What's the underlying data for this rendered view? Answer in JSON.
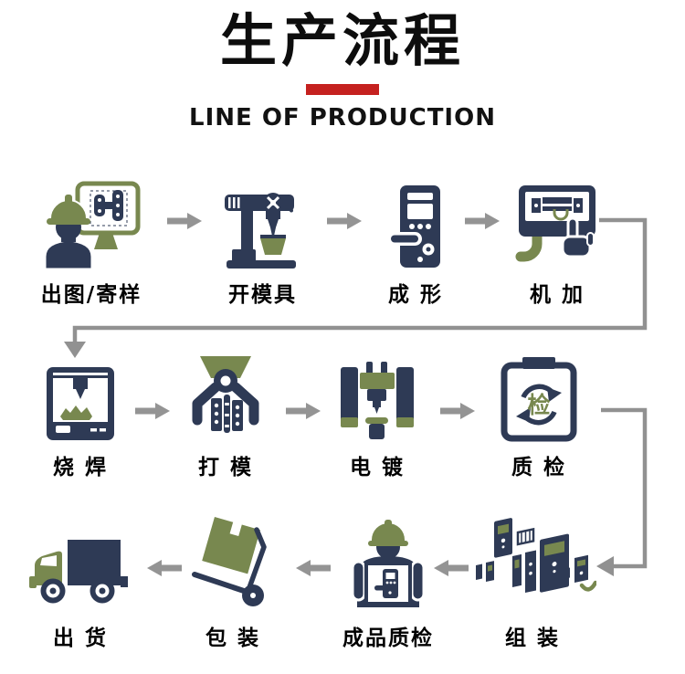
{
  "header": {
    "title": "生产流程",
    "subtitle": "LINE OF PRODUCTION"
  },
  "palette": {
    "navy": "#2e3a55",
    "olive_green": "#78884f",
    "arrow_gray": "#949494",
    "divider_red": "#c5211f",
    "text_black": "#111111"
  },
  "icons": {
    "inspection_badge_char": "检"
  },
  "rows": [
    {
      "arrow_direction": "right",
      "steps": [
        {
          "label": "出图/寄样",
          "icon": "engineer-monitor-icon"
        },
        {
          "label": "开模具",
          "icon": "mold-machine-icon"
        },
        {
          "label": "成 形",
          "icon": "lock-body-icon"
        },
        {
          "label": "机 加",
          "icon": "machining-panel-icon"
        }
      ]
    },
    {
      "arrow_direction": "right",
      "steps": [
        {
          "label": "烧 焊",
          "icon": "welding-machine-icon"
        },
        {
          "label": "打 模",
          "icon": "robot-gripper-icon"
        },
        {
          "label": "电 镀",
          "icon": "electroplating-tank-icon"
        },
        {
          "label": "质 检",
          "icon": "inspection-clipboard-icon"
        }
      ]
    },
    {
      "arrow_direction": "left",
      "steps": [
        {
          "label": "出 货",
          "icon": "delivery-truck-icon"
        },
        {
          "label": "包 装",
          "icon": "packing-trolley-icon"
        },
        {
          "label": "成品质检",
          "icon": "final-inspection-worker-icon"
        },
        {
          "label": "组 装",
          "icon": "assembly-exploded-lock-icon"
        }
      ]
    }
  ]
}
